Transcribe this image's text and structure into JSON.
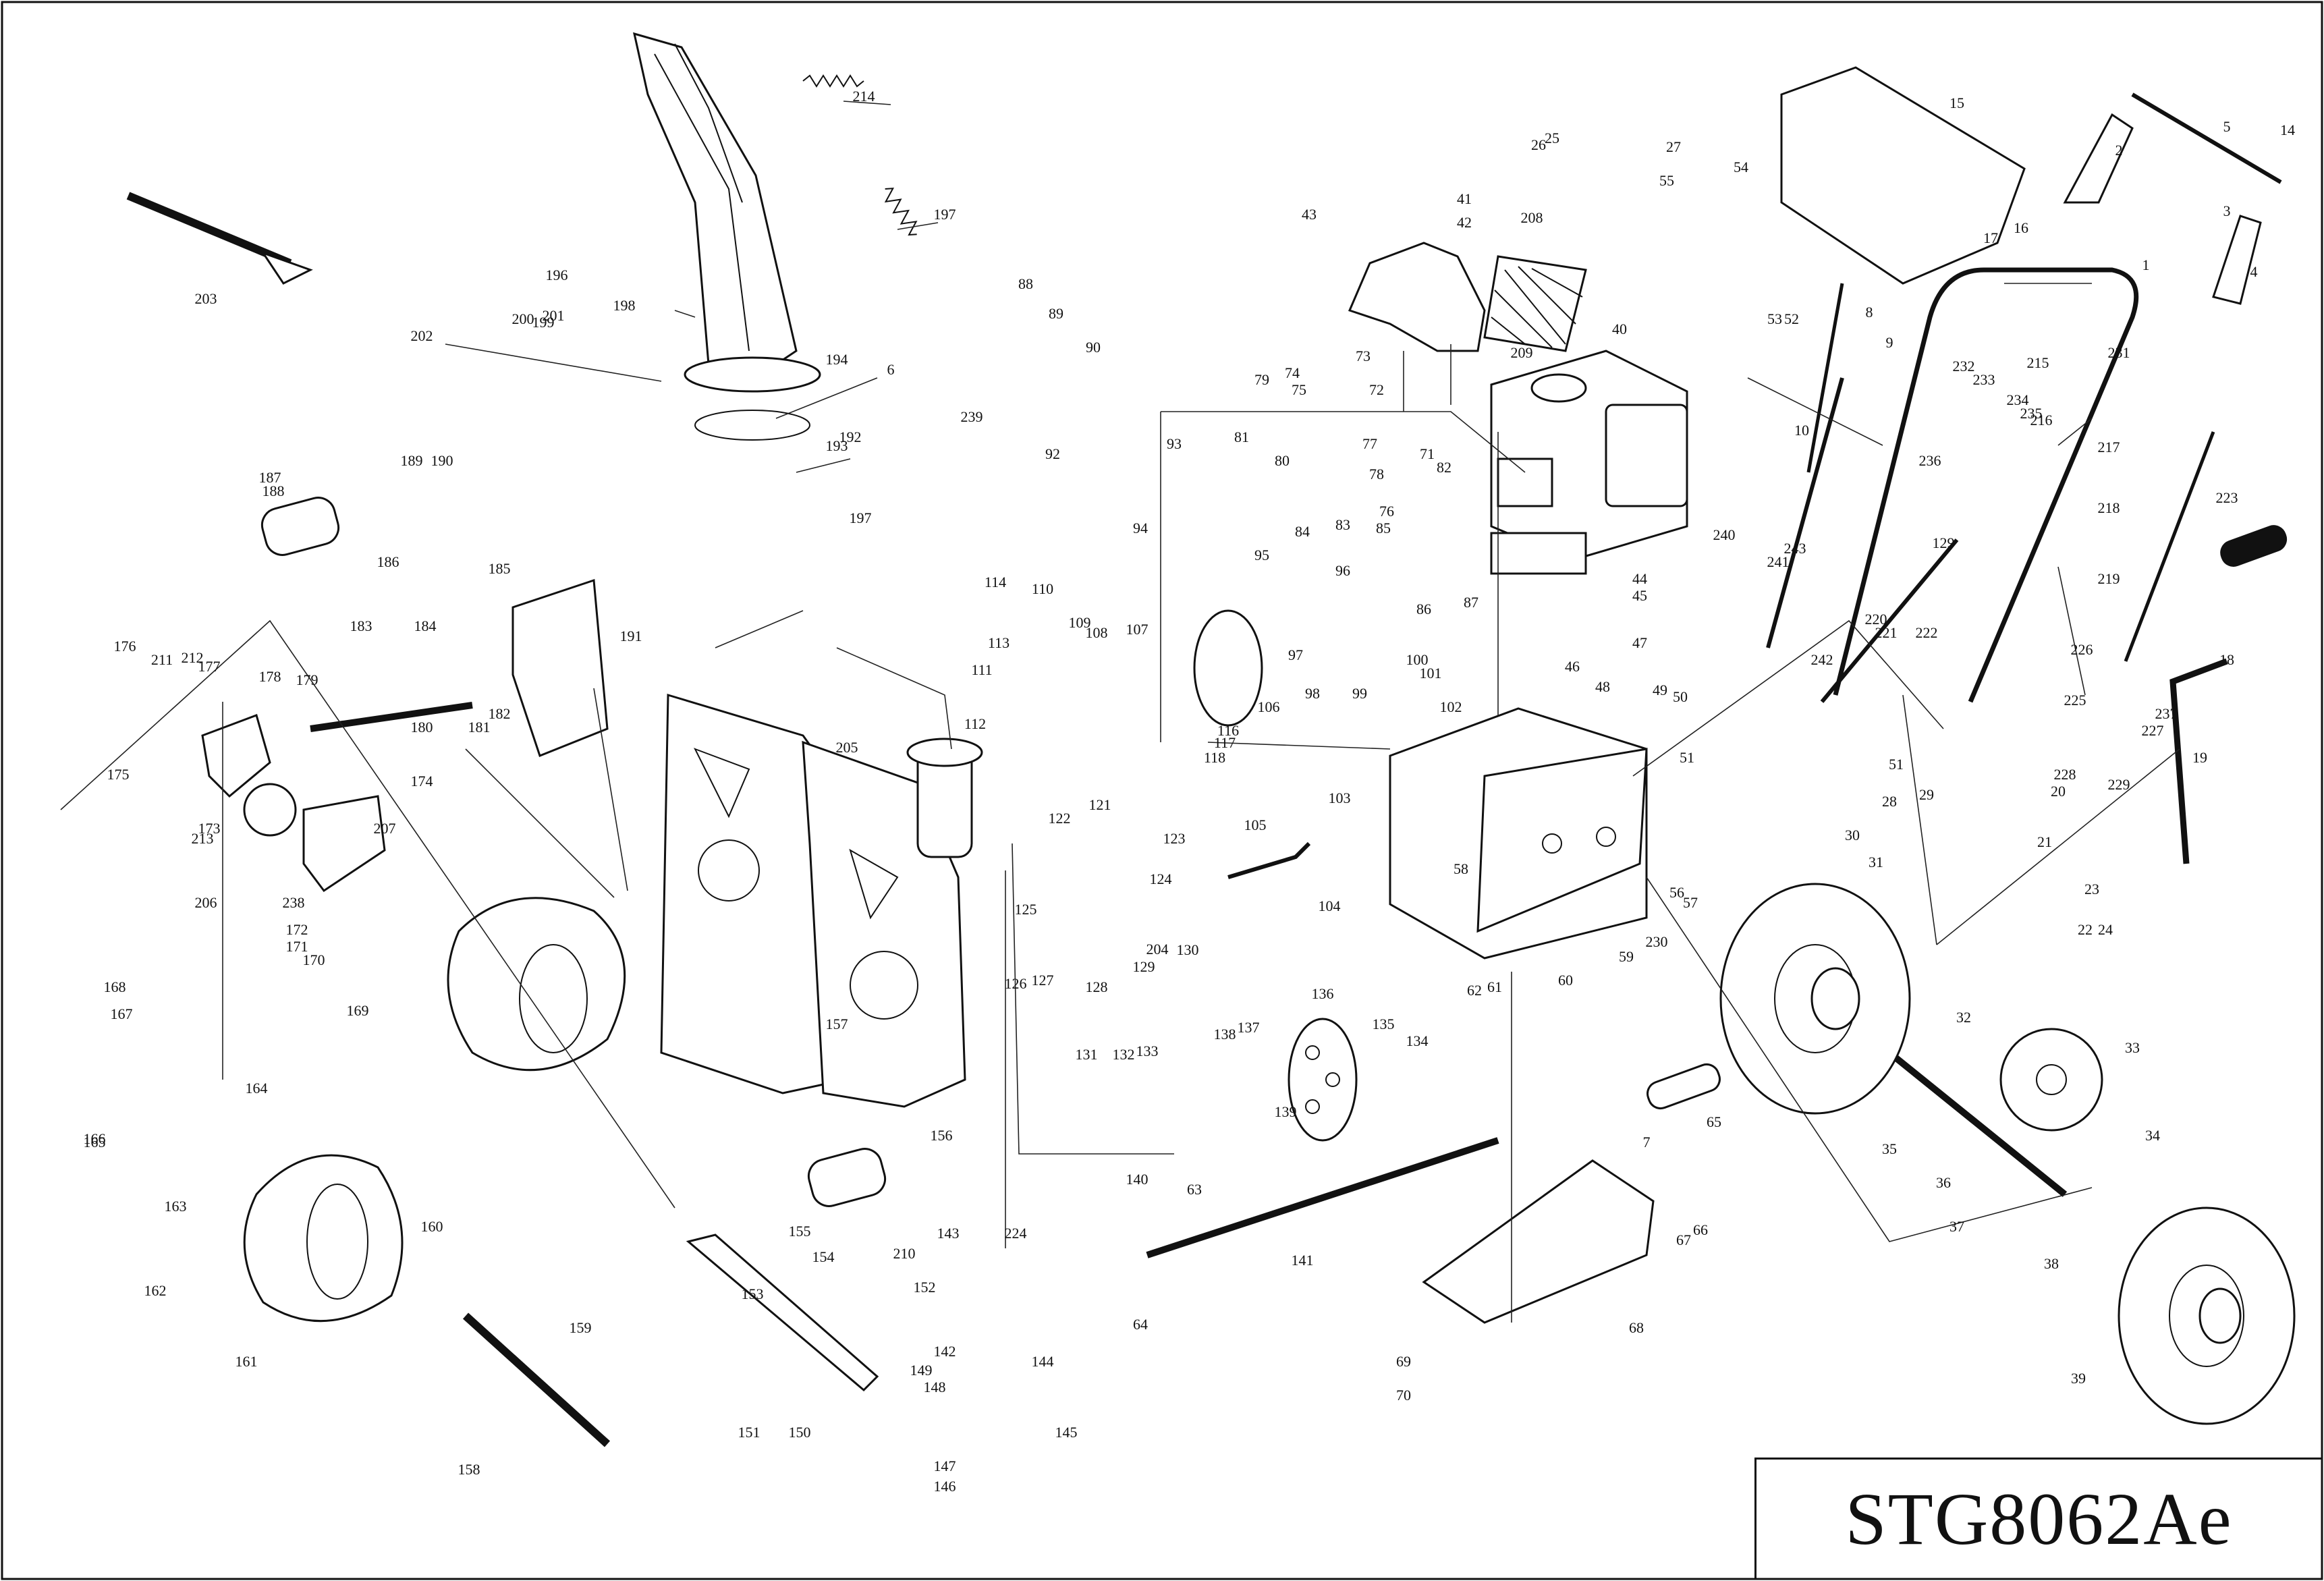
{
  "model": "STG8062Ae",
  "colors": {
    "ink": "#111111",
    "paper": "#ffffff"
  },
  "callouts": [
    {
      "n": "1"
    },
    {
      "n": "2"
    },
    {
      "n": "3"
    },
    {
      "n": "4"
    },
    {
      "n": "5"
    },
    {
      "n": "6"
    },
    {
      "n": "7"
    },
    {
      "n": "8"
    },
    {
      "n": "9"
    },
    {
      "n": "10"
    },
    {
      "n": "14"
    },
    {
      "n": "15"
    },
    {
      "n": "16"
    },
    {
      "n": "17"
    },
    {
      "n": "18"
    },
    {
      "n": "19"
    },
    {
      "n": "20"
    },
    {
      "n": "21"
    },
    {
      "n": "22"
    },
    {
      "n": "23"
    },
    {
      "n": "24"
    },
    {
      "n": "25"
    },
    {
      "n": "26"
    },
    {
      "n": "27"
    },
    {
      "n": "28"
    },
    {
      "n": "29"
    },
    {
      "n": "30"
    },
    {
      "n": "31"
    },
    {
      "n": "32"
    },
    {
      "n": "33"
    },
    {
      "n": "34"
    },
    {
      "n": "35"
    },
    {
      "n": "36"
    },
    {
      "n": "37"
    },
    {
      "n": "38"
    },
    {
      "n": "39"
    },
    {
      "n": "40"
    },
    {
      "n": "41"
    },
    {
      "n": "42"
    },
    {
      "n": "43"
    },
    {
      "n": "44"
    },
    {
      "n": "45"
    },
    {
      "n": "46"
    },
    {
      "n": "47"
    },
    {
      "n": "48"
    },
    {
      "n": "49"
    },
    {
      "n": "50"
    },
    {
      "n": "51"
    },
    {
      "n": "51"
    },
    {
      "n": "52"
    },
    {
      "n": "53"
    },
    {
      "n": "54"
    },
    {
      "n": "55"
    },
    {
      "n": "56"
    },
    {
      "n": "57"
    },
    {
      "n": "58"
    },
    {
      "n": "59"
    },
    {
      "n": "60"
    },
    {
      "n": "61"
    },
    {
      "n": "62"
    },
    {
      "n": "63"
    },
    {
      "n": "64"
    },
    {
      "n": "65"
    },
    {
      "n": "66"
    },
    {
      "n": "67"
    },
    {
      "n": "68"
    },
    {
      "n": "69"
    },
    {
      "n": "70"
    },
    {
      "n": "71"
    },
    {
      "n": "72"
    },
    {
      "n": "73"
    },
    {
      "n": "74"
    },
    {
      "n": "75"
    },
    {
      "n": "76"
    },
    {
      "n": "77"
    },
    {
      "n": "78"
    },
    {
      "n": "79"
    },
    {
      "n": "80"
    },
    {
      "n": "81"
    },
    {
      "n": "82"
    },
    {
      "n": "83"
    },
    {
      "n": "84"
    },
    {
      "n": "85"
    },
    {
      "n": "86"
    },
    {
      "n": "87"
    },
    {
      "n": "88"
    },
    {
      "n": "89"
    },
    {
      "n": "90"
    },
    {
      "n": "92"
    },
    {
      "n": "93"
    },
    {
      "n": "94"
    },
    {
      "n": "95"
    },
    {
      "n": "96"
    },
    {
      "n": "97"
    },
    {
      "n": "98"
    },
    {
      "n": "99"
    },
    {
      "n": "100"
    },
    {
      "n": "101"
    },
    {
      "n": "102"
    },
    {
      "n": "103"
    },
    {
      "n": "104"
    },
    {
      "n": "105"
    },
    {
      "n": "106"
    },
    {
      "n": "107"
    },
    {
      "n": "108"
    },
    {
      "n": "109"
    },
    {
      "n": "110"
    },
    {
      "n": "111"
    },
    {
      "n": "112"
    },
    {
      "n": "113"
    },
    {
      "n": "114"
    },
    {
      "n": "116"
    },
    {
      "n": "117"
    },
    {
      "n": "118"
    },
    {
      "n": "121"
    },
    {
      "n": "122"
    },
    {
      "n": "123"
    },
    {
      "n": "124"
    },
    {
      "n": "125"
    },
    {
      "n": "126"
    },
    {
      "n": "127"
    },
    {
      "n": "128"
    },
    {
      "n": "129"
    },
    {
      "n": "129"
    },
    {
      "n": "130"
    },
    {
      "n": "131"
    },
    {
      "n": "132"
    },
    {
      "n": "133"
    },
    {
      "n": "134"
    },
    {
      "n": "135"
    },
    {
      "n": "136"
    },
    {
      "n": "137"
    },
    {
      "n": "138"
    },
    {
      "n": "139"
    },
    {
      "n": "140"
    },
    {
      "n": "141"
    },
    {
      "n": "142"
    },
    {
      "n": "143"
    },
    {
      "n": "144"
    },
    {
      "n": "145"
    },
    {
      "n": "146"
    },
    {
      "n": "147"
    },
    {
      "n": "148"
    },
    {
      "n": "149"
    },
    {
      "n": "150"
    },
    {
      "n": "151"
    },
    {
      "n": "152"
    },
    {
      "n": "153"
    },
    {
      "n": "154"
    },
    {
      "n": "155"
    },
    {
      "n": "156"
    },
    {
      "n": "157"
    },
    {
      "n": "158"
    },
    {
      "n": "159"
    },
    {
      "n": "160"
    },
    {
      "n": "161"
    },
    {
      "n": "162"
    },
    {
      "n": "163"
    },
    {
      "n": "164"
    },
    {
      "n": "165"
    },
    {
      "n": "166"
    },
    {
      "n": "167"
    },
    {
      "n": "168"
    },
    {
      "n": "169"
    },
    {
      "n": "170"
    },
    {
      "n": "171"
    },
    {
      "n": "172"
    },
    {
      "n": "173"
    },
    {
      "n": "174"
    },
    {
      "n": "175"
    },
    {
      "n": "176"
    },
    {
      "n": "177"
    },
    {
      "n": "178"
    },
    {
      "n": "179"
    },
    {
      "n": "180"
    },
    {
      "n": "181"
    },
    {
      "n": "182"
    },
    {
      "n": "183"
    },
    {
      "n": "184"
    },
    {
      "n": "185"
    },
    {
      "n": "186"
    },
    {
      "n": "187"
    },
    {
      "n": "188"
    },
    {
      "n": "189"
    },
    {
      "n": "190"
    },
    {
      "n": "191"
    },
    {
      "n": "192"
    },
    {
      "n": "193"
    },
    {
      "n": "194"
    },
    {
      "n": "196"
    },
    {
      "n": "197"
    },
    {
      "n": "197"
    },
    {
      "n": "198"
    },
    {
      "n": "199"
    },
    {
      "n": "200"
    },
    {
      "n": "201"
    },
    {
      "n": "202"
    },
    {
      "n": "203"
    },
    {
      "n": "204"
    },
    {
      "n": "205"
    },
    {
      "n": "206"
    },
    {
      "n": "207"
    },
    {
      "n": "208"
    },
    {
      "n": "209"
    },
    {
      "n": "210"
    },
    {
      "n": "211"
    },
    {
      "n": "212"
    },
    {
      "n": "213"
    },
    {
      "n": "214"
    },
    {
      "n": "215"
    },
    {
      "n": "216"
    },
    {
      "n": "217"
    },
    {
      "n": "218"
    },
    {
      "n": "219"
    },
    {
      "n": "220"
    },
    {
      "n": "221"
    },
    {
      "n": "222"
    },
    {
      "n": "223"
    },
    {
      "n": "224"
    },
    {
      "n": "225"
    },
    {
      "n": "226"
    },
    {
      "n": "227"
    },
    {
      "n": "228"
    },
    {
      "n": "229"
    },
    {
      "n": "230"
    },
    {
      "n": "231"
    },
    {
      "n": "232"
    },
    {
      "n": "233"
    },
    {
      "n": "234"
    },
    {
      "n": "235"
    },
    {
      "n": "236"
    },
    {
      "n": "237"
    },
    {
      "n": "238"
    },
    {
      "n": "239"
    },
    {
      "n": "240"
    },
    {
      "n": "241"
    },
    {
      "n": "242"
    },
    {
      "n": "243"
    }
  ]
}
